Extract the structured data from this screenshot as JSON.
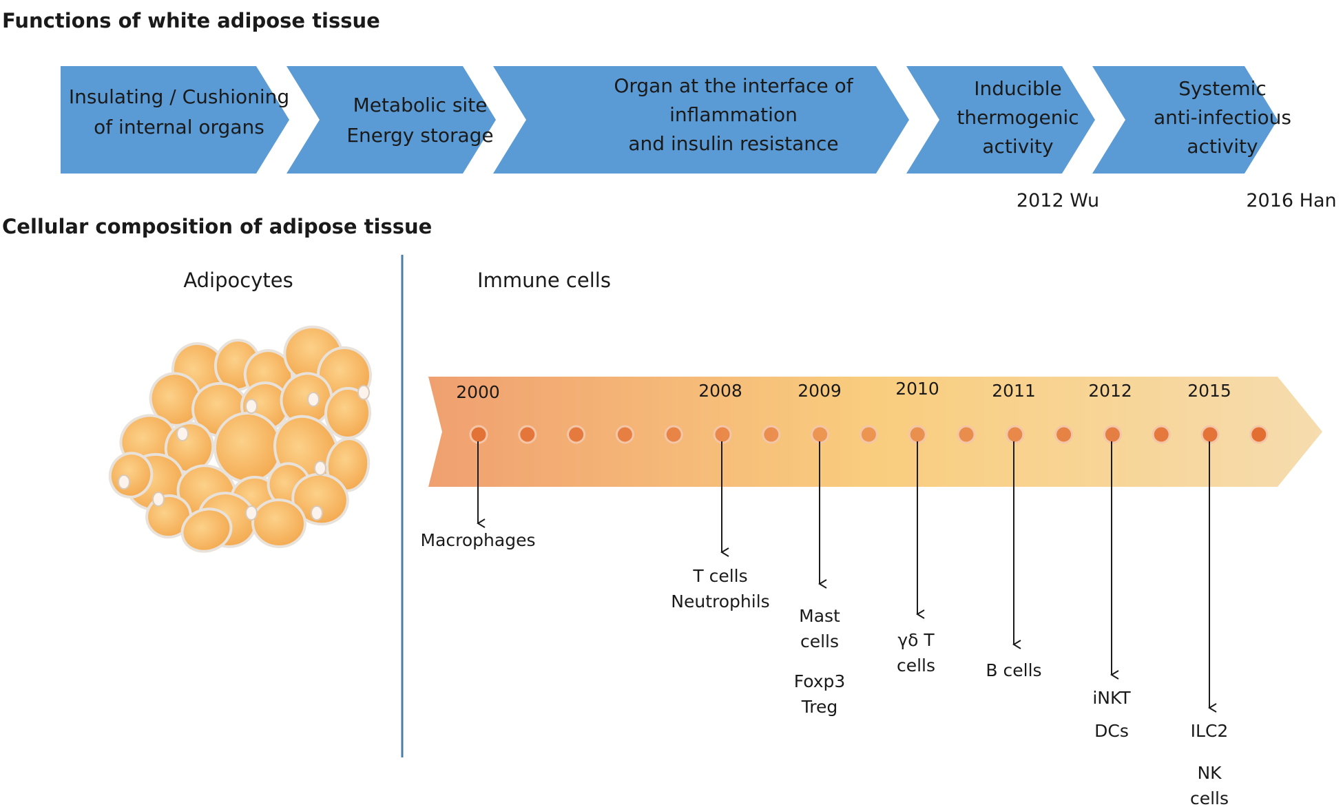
{
  "titles": {
    "functions": "Functions of white adipose tissue",
    "composition": "Cellular composition of adipose tissue"
  },
  "functions": [
    {
      "lines": [
        "Insulating / Cushioning",
        "of  internal organs"
      ]
    },
    {
      "lines": [
        "Metabolic site",
        "Energy storage"
      ]
    },
    {
      "lines": [
        "Organ at the interface of",
        "inflammation",
        "and insulin resistance"
      ]
    },
    {
      "lines": [
        "Inducible",
        "thermogenic",
        "activity"
      ],
      "note": "2012  Wu"
    },
    {
      "lines": [
        "Systemic",
        "anti-infectious",
        "activity"
      ],
      "note": "2016  Han"
    }
  ],
  "columns": {
    "left": "Adipocytes",
    "right": "Immune cells"
  },
  "timeline": {
    "years": [
      "2000",
      "2008",
      "2009",
      "2010",
      "2011",
      "2012",
      "2015"
    ],
    "discoveries": [
      {
        "year": "2000",
        "groups": [
          [
            "Macrophages"
          ]
        ]
      },
      {
        "year": "2008",
        "groups": [
          [
            "T cells",
            "Neutrophils"
          ]
        ]
      },
      {
        "year": "2009",
        "groups": [
          [
            "Mast",
            "cells"
          ],
          [
            "Foxp3",
            "Treg"
          ]
        ]
      },
      {
        "year": "2010",
        "groups": [
          [
            "γδ  T",
            "cells"
          ]
        ]
      },
      {
        "year": "2011",
        "groups": [
          [
            "B cells"
          ]
        ]
      },
      {
        "year": "2012",
        "groups": [
          [
            "iNKT"
          ],
          [
            "DCs"
          ]
        ]
      },
      {
        "year": "2015",
        "groups": [
          [
            "ILC2"
          ],
          [
            "NK",
            "cells"
          ]
        ]
      }
    ]
  },
  "colors": {
    "chevron": "#5b9bd5",
    "divider": "#4a7ea8",
    "timeline_start": "#f0a070",
    "timeline_mid": "#f9cd7e",
    "timeline_end": "#f6dcae",
    "cell_fill": "#f5b05a",
    "cell_stroke": "#e8e2da"
  }
}
